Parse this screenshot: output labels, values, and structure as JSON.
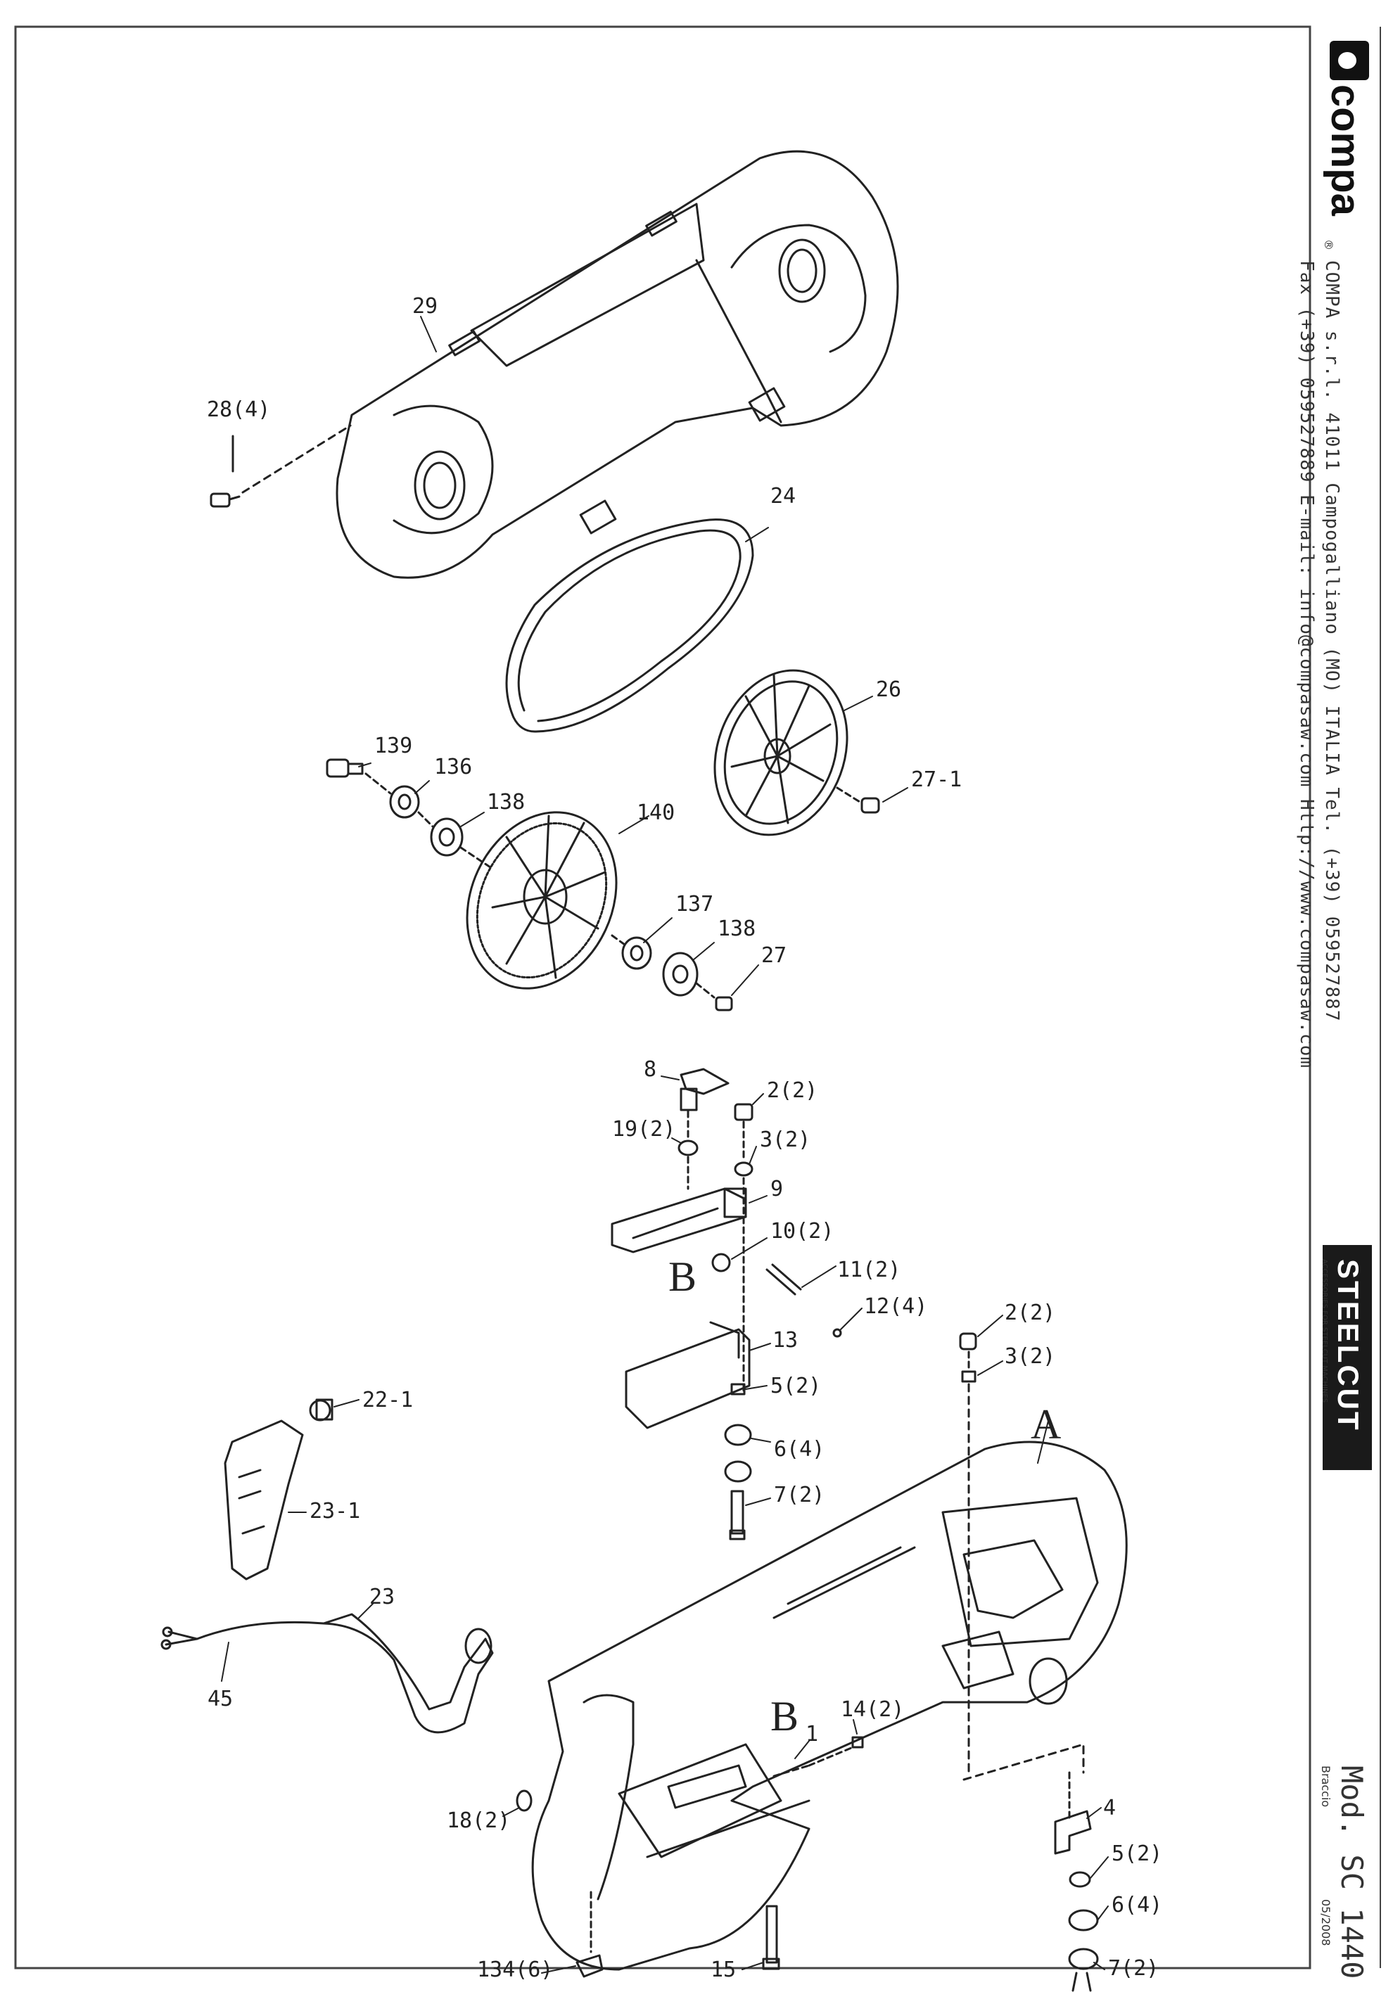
{
  "header": {
    "brand": "compa",
    "brand_mark": "®",
    "company_line1": "COMPA s.r.l. 41011 Campogalliano (MO) ITALIA Tel. (+39) 059527887",
    "company_line2": "Fax (+39) 059527889 E-mail: info@compasaw.com Http://www.compasaw.com"
  },
  "product_badge": {
    "name": "STEELCUT",
    "tag": "ACCESSORIES FOR STEELCUT MACHINES"
  },
  "model_block": {
    "model": "Mod. SC 1440",
    "section": "Braccio",
    "date": "05/2008"
  },
  "callouts": {
    "c29": "29",
    "c28": "28(4)",
    "c24": "24",
    "c26": "26",
    "c27_1": "27-1",
    "c139": "139",
    "c136": "136",
    "c138a": "138",
    "c140": "140",
    "c137": "137",
    "c138b": "138",
    "c27": "27",
    "c8": "8",
    "c2a": "2(2)",
    "c19a": "19(2)",
    "c3a": "3(2)",
    "c9": "9",
    "c10": "10(2)",
    "c11": "11(2)",
    "c12": "12(4)",
    "cB1": "B",
    "c13": "13",
    "c5a": "5(2)",
    "c6a": "6(4)",
    "c7a": "7(2)",
    "c2b": "2(2)",
    "c3b": "3(2)",
    "cA": "A",
    "c22_1": "22-1",
    "c23_1": "23-1",
    "c23": "23",
    "c45": "45",
    "cB2": "B",
    "c14": "14(2)",
    "c1": "1",
    "c18": "18(2)",
    "c4": "4",
    "c5b": "5(2)",
    "c6b": "6(4)",
    "c7b": "7(2)",
    "c134": "134(6)",
    "c15": "15"
  }
}
